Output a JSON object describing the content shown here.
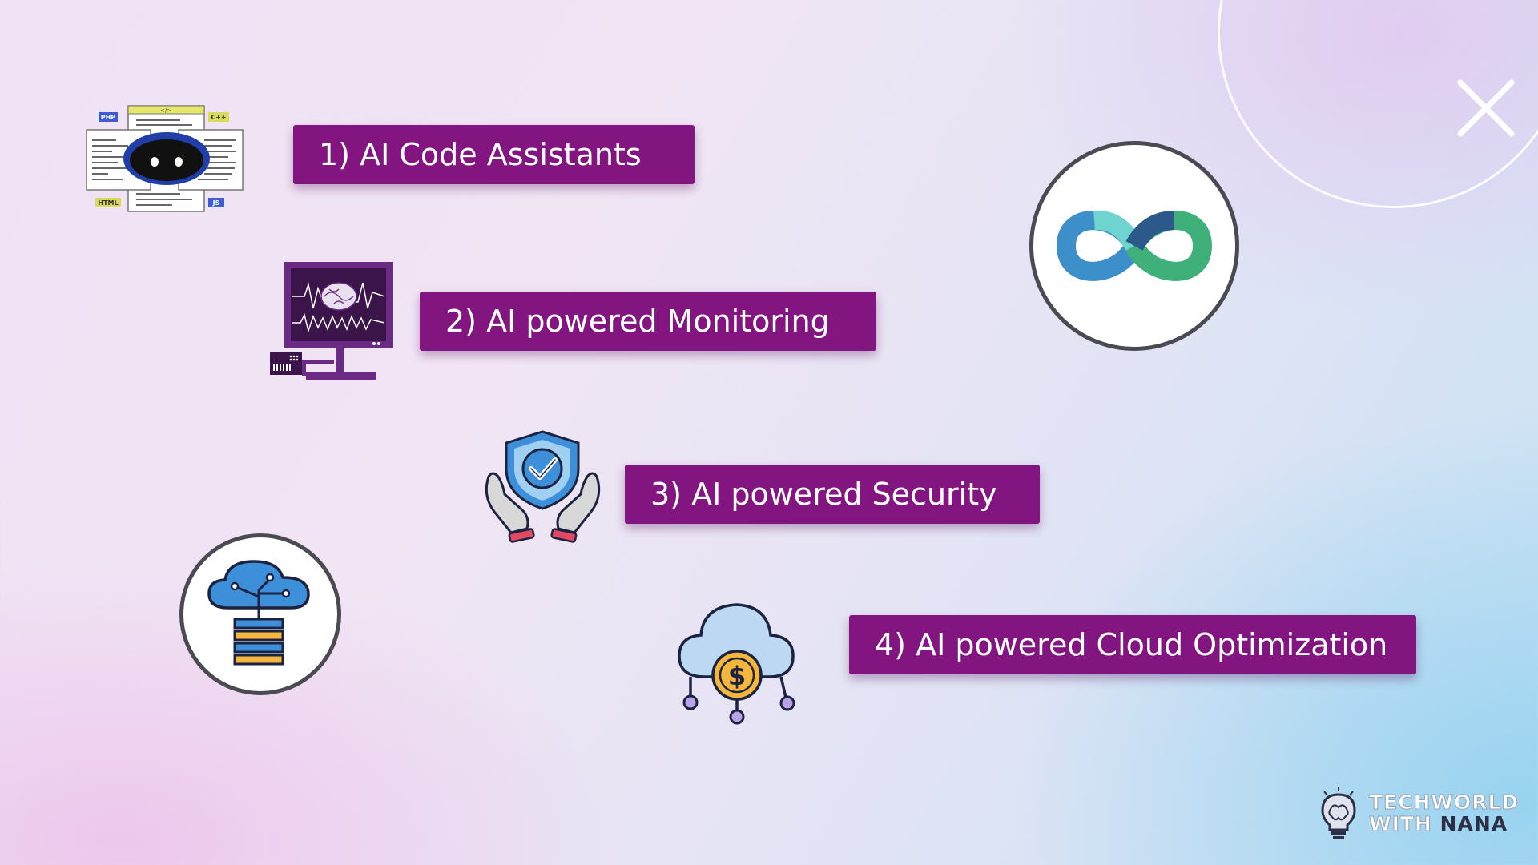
{
  "items": [
    {
      "label": "1) AI Code Assistants",
      "icon": "code-assistant-robot-icon"
    },
    {
      "label": "2) AI powered Monitoring",
      "icon": "brain-monitoring-icon"
    },
    {
      "label": "3) AI powered Security",
      "icon": "shield-hands-icon"
    },
    {
      "label": "4) AI powered Cloud Optimization",
      "icon": "cloud-cost-icon"
    }
  ],
  "code_tags": {
    "php": "PHP",
    "cpp": "C++",
    "html": "HTML",
    "js": "JS",
    "tag": "</>"
  },
  "brand": {
    "line1": "TECHWORLD",
    "with": "WITH",
    "nana": "NANA"
  },
  "colors": {
    "label_bg": "#82157f",
    "label_text": "#ffffff",
    "infinity_blue": "#3d8fc9",
    "infinity_teal": "#6fd3cf",
    "infinity_green": "#3fb07a"
  }
}
